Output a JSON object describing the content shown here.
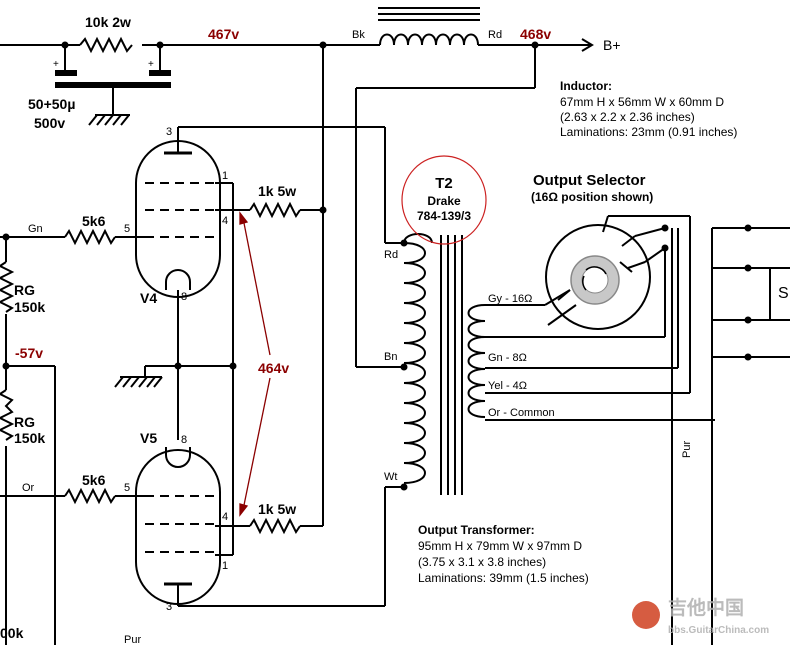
{
  "voltages": {
    "rail_467": "467v",
    "rail_468": "468v",
    "screen_464": "464v",
    "bias": "-57v"
  },
  "labels": {
    "b_plus": "B+",
    "bk": "Bk",
    "rd_top": "Rd",
    "dropping_resistor": "10k 2w",
    "filter_cap_value": "50+50µ",
    "filter_cap_voltage": "500v",
    "tube_v4": "V4",
    "tube_v5": "V5",
    "grid_stopper_v4": "5k6",
    "grid_stopper_v5": "5k6",
    "screen_res_v4": "1k 5w",
    "screen_res_v5": "1k 5w",
    "gn_in": "Gn",
    "or_in": "Or",
    "rg_top": "RG",
    "rg_top_val": "150k",
    "rg_bottom": "RG",
    "rg_bottom_val": "150k",
    "pur_bottom": "Pur",
    "pur_right": "Pur",
    "partial_left": "00k",
    "partial_s": "S",
    "pin3_v4": "3",
    "pin1_v4": "1",
    "pin4_v4": "4",
    "pin5_v4": "5",
    "pin8_v4": "8",
    "pin8_v5": "8",
    "pin5_v5": "5",
    "pin4_v5": "4",
    "pin1_v5": "1",
    "pin3_v5": "3",
    "plus_1": "+",
    "plus_2": "+"
  },
  "inductor": {
    "title": "Inductor:",
    "line1": "67mm H x 56mm W x 60mm D",
    "line2": "(2.63 x 2.2 x 2.36 inches)",
    "line3": "Laminations: 23mm (0.91 inches)"
  },
  "transformer": {
    "name": "T2",
    "make": "Drake",
    "part": "784-139/3",
    "primary_rd": "Rd",
    "primary_bn": "Bn",
    "primary_wt": "Wt",
    "tap_16": "Gy - 16Ω",
    "tap_8": "Gn - 8Ω",
    "tap_4": "Yel - 4Ω",
    "tap_common": "Or - Common"
  },
  "output_selector": {
    "title": "Output Selector",
    "subtitle": "(16Ω position shown)"
  },
  "output_transformer": {
    "title": "Output Transformer:",
    "line1": "95mm H x 79mm W x 97mm D",
    "line2": "(3.75 x 3.1 x 3.8 inches)",
    "line3": "Laminations: 39mm (1.5 inches)"
  },
  "watermark": {
    "line1": "吉他中国",
    "line2": "bbs.GuitarChina.com"
  }
}
